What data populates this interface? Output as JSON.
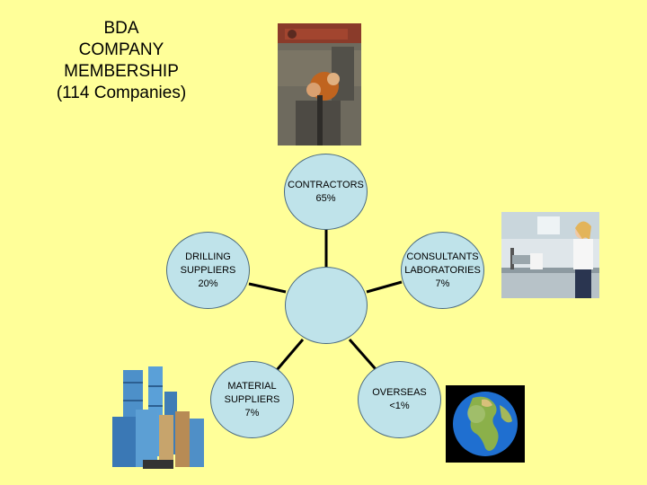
{
  "title": {
    "lines": [
      "BDA",
      "COMPANY",
      "MEMBERSHIP",
      "(114 Companies)"
    ]
  },
  "nodes": {
    "contractors": {
      "label": "CONTRACTORS",
      "value": "65%"
    },
    "consultants": {
      "label_1": "CONSULTANTS",
      "label_2": "LABORATORIES",
      "value": "7%"
    },
    "drilling": {
      "label_1": "DRILLING",
      "label_2": "SUPPLIERS",
      "value": "20%"
    },
    "material": {
      "label_1": "MATERIAL",
      "label_2": "SUPPLIERS",
      "value": "7%"
    },
    "overseas": {
      "label": "OVERSEAS",
      "value": "<1%"
    }
  },
  "colors": {
    "background": "#ffff99",
    "node_fill": "#bfe3ea",
    "connector": "#000000"
  },
  "images": {
    "drill_rig": "drilling-rig-photo",
    "lab": "laboratory-photo",
    "pipes": "well-casing-pipes-photo",
    "globe": "globe-photo"
  }
}
